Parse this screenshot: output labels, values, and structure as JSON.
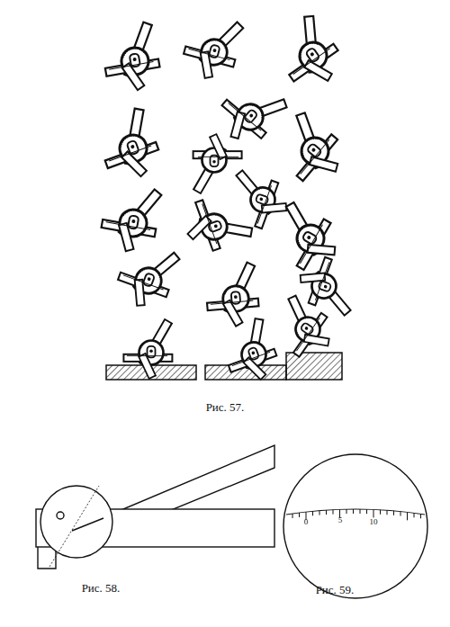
{
  "diagram": {
    "labels": [
      "Рис. 57.",
      "Рис. 58.",
      "Рис. 59.",
      "0",
      "5",
      "10"
    ]
  }
}
